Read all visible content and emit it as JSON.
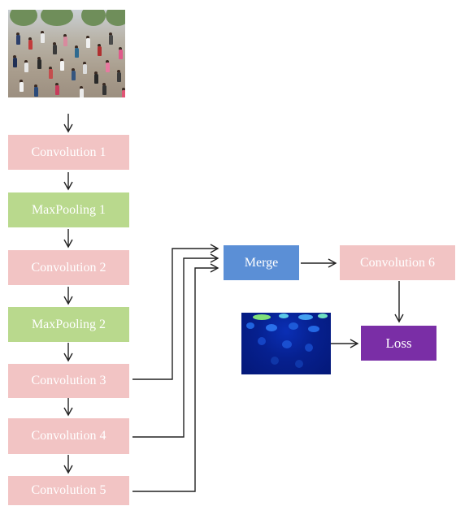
{
  "diagram": {
    "layers": {
      "conv1": "Convolution 1",
      "pool1": "MaxPooling 1",
      "conv2": "Convolution 2",
      "pool2": "MaxPooling 2",
      "conv3": "Convolution 3",
      "conv4": "Convolution 4",
      "conv5": "Convolution 5",
      "merge": "Merge",
      "conv6": "Convolution 6",
      "loss": "Loss"
    },
    "colors": {
      "convolution": "#f2c4c4",
      "maxpooling": "#b9d98d",
      "merge": "#5b8fd6",
      "loss": "#7a2ea6",
      "arrow": "#222222",
      "density_map": "#0a2fb5"
    },
    "images": {
      "input": "crowd-photo",
      "ground_truth": "density-map"
    }
  }
}
